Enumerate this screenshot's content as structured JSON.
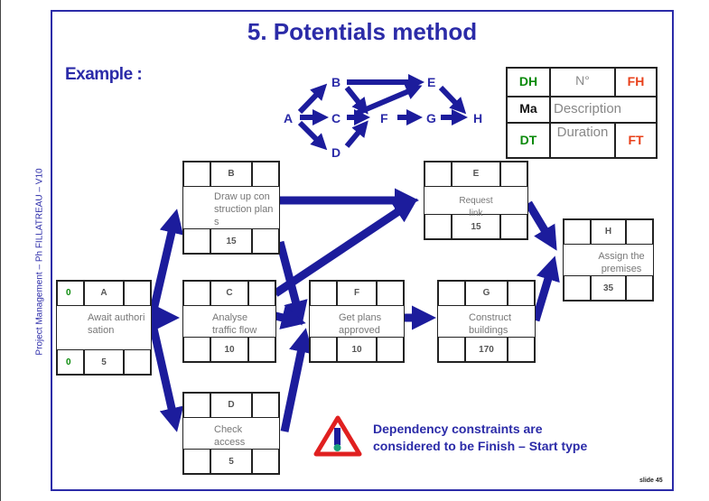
{
  "side_text": "Project Management – Ph FILLATREAU – V10",
  "title": "5. Potentials method",
  "example_label": "Example :",
  "mini_graph": {
    "labels": [
      "A",
      "B",
      "C",
      "D",
      "E",
      "F",
      "G",
      "H"
    ]
  },
  "legend": {
    "dh": "DH",
    "num": "N°",
    "fh": "FH",
    "ma": "Ma",
    "description": "Description",
    "dt": "DT",
    "duration": "Duration",
    "ft": "FT",
    "colors": {
      "dh_dt": "#0a8a0a",
      "fh_ft": "#e8401a"
    }
  },
  "nodes": {
    "A": {
      "letter": "A",
      "desc": "Await authorisation",
      "duration": "5",
      "start_top": "0",
      "start_bottom": "0"
    },
    "B": {
      "letter": "B",
      "desc": "Draw up construction plans",
      "duration": "15"
    },
    "C": {
      "letter": "C",
      "desc": "Analyse traffic flow",
      "duration": "10"
    },
    "D": {
      "letter": "D",
      "desc": "Check access",
      "duration": "5"
    },
    "E": {
      "letter": "E",
      "desc": "Request link",
      "duration": "15"
    },
    "F": {
      "letter": "F",
      "desc": "Get plans approved",
      "duration": "10"
    },
    "G": {
      "letter": "G",
      "desc": "Construct buildings",
      "duration": "170"
    },
    "H": {
      "letter": "H",
      "desc": "Assign the premises",
      "duration": "35"
    }
  },
  "note": {
    "line1": "Dependency constraints are",
    "line2": "considered to be Finish – Start type"
  },
  "slide_number": "slide 45",
  "accent_color": "#2b2ba8"
}
